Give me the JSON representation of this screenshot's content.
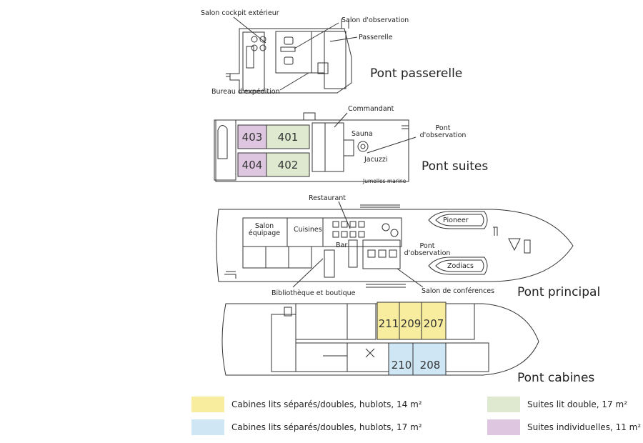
{
  "decks": {
    "bridge": {
      "title": "Pont passerelle"
    },
    "suites": {
      "title": "Pont suites"
    },
    "main": {
      "title": "Pont principal"
    },
    "cabins": {
      "title": "Pont cabines"
    }
  },
  "labels": {
    "salon_cockpit": "Salon cockpit extérieur",
    "salon_observation": "Salon d'observation",
    "passerelle": "Passerelle",
    "bureau_expedition": "Bureau d'expédition",
    "commandant": "Commandant",
    "sauna": "Sauna",
    "pont_observation_1": "Pont",
    "pont_observation_2": "d'observation",
    "jacuzzi": "Jacuzzi",
    "jumelles": "Jumelles marine",
    "restaurant": "Restaurant",
    "salon_equipage_1": "Salon",
    "salon_equipage_2": "équipage",
    "cuisines": "Cuisines",
    "bar": "Bar",
    "pioneer": "Pioneer",
    "zodiacs": "Zodiacs",
    "pont_obs_main_1": "Pont",
    "pont_obs_main_2": "d'observation",
    "bibliotheque": "Bibliothèque et boutique",
    "salon_conferences": "Salon de conférences"
  },
  "cabins": {
    "c403": "403",
    "c401": "401",
    "c404": "404",
    "c402": "402",
    "c211": "211",
    "c209": "209",
    "c207": "207",
    "c210": "210",
    "c208": "208"
  },
  "colors": {
    "yellow": "#f8ec9e",
    "blue": "#cfe6f4",
    "green": "#dfe9cf",
    "purple": "#dfc6e0",
    "line": "#333333"
  },
  "legend": {
    "yellow": "Cabines lits séparés/doubles, hublots, 14 m²",
    "blue": "Cabines lits séparés/doubles, hublots, 17 m²",
    "green": "Suites lit double, 17 m²",
    "purple": "Suites individuelles, 11 m²"
  }
}
